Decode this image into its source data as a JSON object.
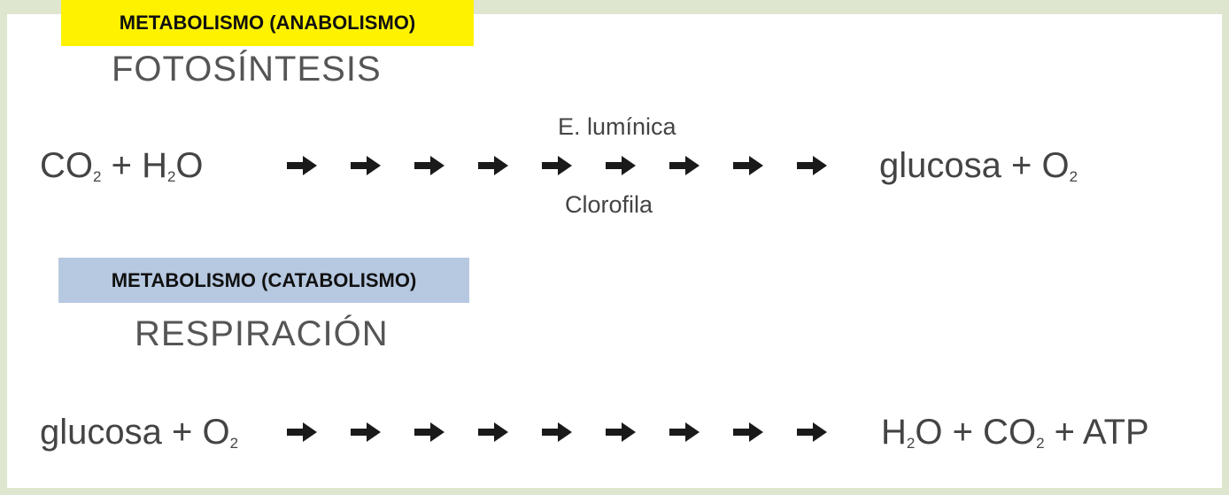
{
  "anabolism": {
    "badge": "METABOLISMO (ANABOLISMO)",
    "badge_color": "#fff200",
    "title": "FOTOSÍNTESIS",
    "reactants": {
      "a": "CO",
      "a_sub": "2",
      "plus": "+ H",
      "b_sub": "2",
      "b": "O"
    },
    "condition_above": "E. lumínica",
    "condition_below": "Clorofila",
    "products": {
      "a": "glucosa + O",
      "a_sub": "2"
    }
  },
  "catabolism": {
    "badge": "METABOLISMO (CATABOLISMO)",
    "badge_color": "#b7c9e1",
    "title": "RESPIRACIÓN",
    "reactants": {
      "a": "glucosa + O",
      "a_sub": "2"
    },
    "products": {
      "a": "H",
      "a_sub": "2",
      "b": "O + CO",
      "b_sub": "2",
      "c": " + ATP"
    }
  },
  "arrow_count": 9
}
